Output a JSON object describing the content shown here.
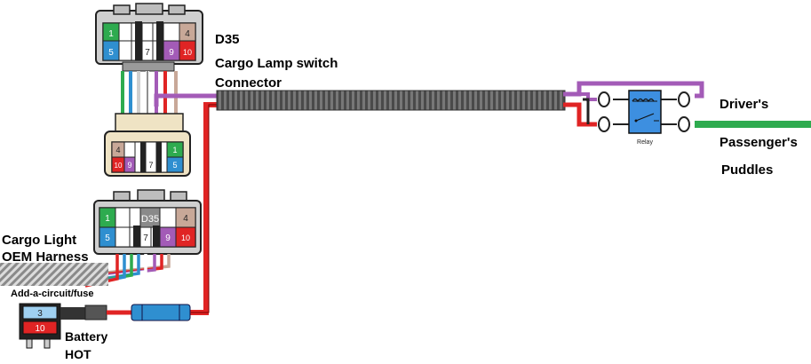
{
  "labels": {
    "connector_id_top": "D35",
    "connector_name_line1": "Cargo Lamp switch",
    "connector_name_line2": "Connector",
    "connector_id_bottom": "D35",
    "drivers": "Driver's",
    "passengers": "Passenger's",
    "puddles": "Puddles",
    "harness_line1": "Cargo Light",
    "harness_line2": "OEM Harness",
    "add_a_circuit": "Add-a-circuit/fuse",
    "battery_line1": "Battery",
    "battery_line2": "HOT",
    "relay": "Relay"
  },
  "pins_top": [
    {
      "num": "1",
      "color": "#2eab4f"
    },
    {
      "num": "4",
      "color": "#c8a898"
    },
    {
      "num": "5",
      "color": "#2f8fd0"
    },
    {
      "num": "7",
      "color": "#ffffff"
    },
    {
      "num": "9",
      "color": "#a35bb7"
    },
    {
      "num": "10",
      "color": "#e02424"
    }
  ],
  "pins_mid": [
    {
      "num": "4",
      "color": "#c8a898"
    },
    {
      "num": "10",
      "color": "#e02424"
    },
    {
      "num": "9",
      "color": "#a35bb7"
    },
    {
      "num": "7",
      "color": "#ffffff"
    },
    {
      "num": "1",
      "color": "#2eab4f"
    },
    {
      "num": "5",
      "color": "#2f8fd0"
    }
  ],
  "fuse": {
    "top_value": "3",
    "bottom_value": "10"
  },
  "colors": {
    "red": "#e02424",
    "purple": "#a35bb7",
    "green": "#2eab4f",
    "blue": "#2f8fd0",
    "tan": "#c8a898",
    "relay_blue": "#3d8fe0",
    "loom": "#555555",
    "connector_gray": "#cfcfcf",
    "connector_cream": "#efe3c4"
  }
}
